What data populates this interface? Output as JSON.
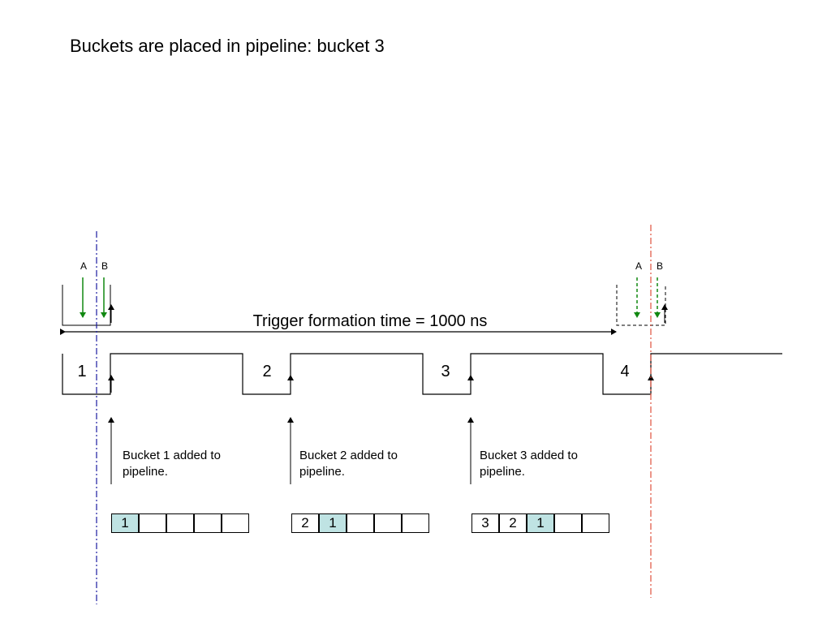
{
  "title": "Buckets are placed in pipeline:  bucket 3",
  "trigger_label": "Trigger formation time = 1000 ns",
  "bucket_numbers": [
    "1",
    "2",
    "3",
    "4"
  ],
  "marker_labels": {
    "left": {
      "a": "A",
      "b": "B"
    },
    "right": {
      "a": "A",
      "b": "B"
    }
  },
  "captions": [
    {
      "line1": "Bucket 1 added to",
      "line2": "pipeline."
    },
    {
      "line1": "Bucket 2 added to",
      "line2": "pipeline."
    },
    {
      "line1": "Bucket 3 added to",
      "line2": "pipeline."
    }
  ],
  "pipelines": [
    {
      "cells": [
        "1",
        "",
        "",
        "",
        ""
      ],
      "highlighted_index": 0
    },
    {
      "cells": [
        "2",
        "1",
        "",
        "",
        ""
      ],
      "highlighted_index": 1
    },
    {
      "cells": [
        "3",
        "2",
        "1",
        "",
        ""
      ],
      "highlighted_index": 2
    }
  ],
  "colors": {
    "left_marker_line": "#1a1aa0",
    "right_marker_line": "#e0503c",
    "arrow_green": "#118811",
    "pipeline_highlight": "#bfe3e3"
  }
}
